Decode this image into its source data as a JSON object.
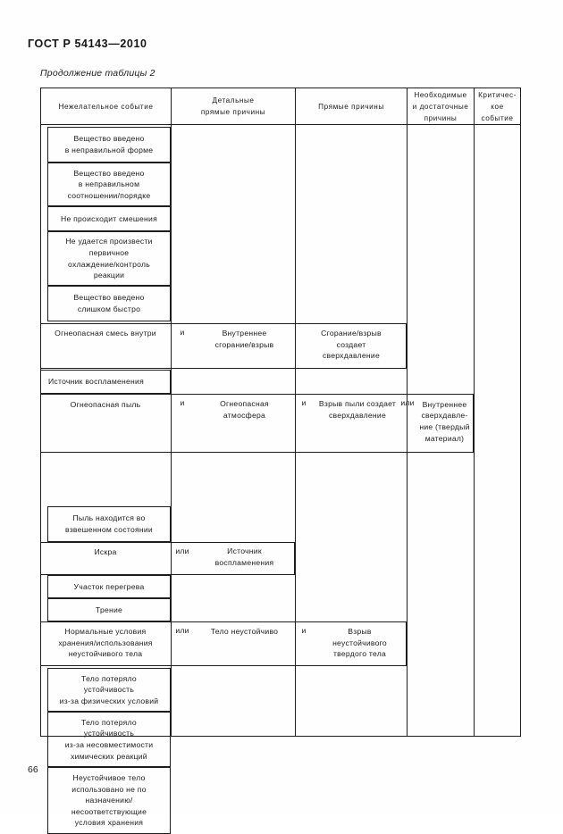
{
  "document": {
    "standard_number": "ГОСТ Р 54143—2010",
    "table_caption": "Продолжение таблицы 2",
    "page_number": "66"
  },
  "table": {
    "headers": [
      "Нежелательное событие",
      "Детальные\nпрямые причины",
      "Прямые причины",
      "Необходимые\nи достаточные\nпричины",
      "Критичес-\nкое\nсобытие"
    ],
    "rows": [
      {
        "id": "row-1",
        "col1": "Вещество введено\nв неправильной форме",
        "connector1": "",
        "col2": "",
        "connector2": "",
        "col3": "",
        "col4": ""
      },
      {
        "id": "row-2",
        "col1": "Вещество введено\nв  неправильном\nсоотношении/порядке",
        "connector1": "",
        "col2": "",
        "connector2": "",
        "col3": "",
        "col4": ""
      },
      {
        "id": "row-3",
        "col1": "Не происходит смешения",
        "connector1": "",
        "col2": "",
        "connector2": "",
        "col3": "",
        "col4": ""
      },
      {
        "id": "row-4",
        "col1": "Не удается произвести\nпервичное\nохлаждение/контроль\nреакции",
        "connector1": "",
        "col2": "",
        "connector2": "",
        "col3": "",
        "col4": ""
      },
      {
        "id": "row-5",
        "col1": "Вещество введено\nслишком  быстро",
        "connector1": "",
        "col2": "",
        "connector2": "",
        "col3": "",
        "col4": ""
      },
      {
        "id": "row-6",
        "col1": "Огнеопасная смесь внутри",
        "connector1": "и",
        "col2": "Внутреннее\nсгорание/взрыв",
        "connector2": "",
        "col3": "Сгорание/взрыв\nсоздает\nсверхдавление",
        "col4": ""
      },
      {
        "id": "row-7",
        "col1": "Источник воспламенения",
        "connector1": "",
        "col2": "",
        "connector2": "",
        "col3": "",
        "col4": ""
      },
      {
        "id": "row-8",
        "col1": "Огнеопасная пыль",
        "connector1": "и",
        "col2": "Огнеопасная\nатмосфера",
        "connector2": "и",
        "col3": "Взрыв пыли создает\nсверхдавление",
        "connector3": "или",
        "col4": "Внутреннее\nсверхдавле-\nние (твердый\nматериал)"
      },
      {
        "id": "row-9",
        "col1": "Пыль находится во\nвзвешенном состоянии",
        "connector1": "",
        "col2": "",
        "connector2": "",
        "col3": "",
        "col4": ""
      },
      {
        "id": "row-10",
        "col1": "Искра",
        "connector1": "или",
        "col2": "Источник\nвоспламенения",
        "connector2": "",
        "col3": "",
        "col4": ""
      },
      {
        "id": "row-11",
        "col1": "Участок перегрева",
        "connector1": "",
        "col2": "",
        "connector2": "",
        "col3": "",
        "col4": ""
      },
      {
        "id": "row-12",
        "col1": "Трение",
        "connector1": "",
        "col2": "",
        "connector2": "",
        "col3": "",
        "col4": ""
      },
      {
        "id": "row-13",
        "col1": "Нормальные  условия\nхранения/использования\nнеустойчивого тела",
        "connector1": "или",
        "col2": "Тело неустойчиво",
        "connector2": "и",
        "col3": "Взрыв\nнеустойчивого\nтвердого тела",
        "col4": ""
      },
      {
        "id": "row-14",
        "col1": "Тело потеряло\nустойчивость\nиз-за физических условий",
        "connector1": "",
        "col2": "",
        "connector2": "",
        "col3": "",
        "col4": ""
      },
      {
        "id": "row-15",
        "col1": "Тело потеряло\nустойчивость\nиз-за  несовместимости\nхимических  реакций",
        "connector1": "",
        "col2": "",
        "connector2": "",
        "col3": "",
        "col4": ""
      },
      {
        "id": "row-16",
        "col1": "Неустойчивое тело\nиспользовано не по\nназначению/\nнесоответствующие\nусловия  хранения",
        "connector1": "",
        "col2": "",
        "connector2": "",
        "col3": "",
        "col4": ""
      }
    ]
  },
  "colors": {
    "ink": "#1b1b1b",
    "rule": "#1d1d1d",
    "paper": "#fefefe"
  }
}
